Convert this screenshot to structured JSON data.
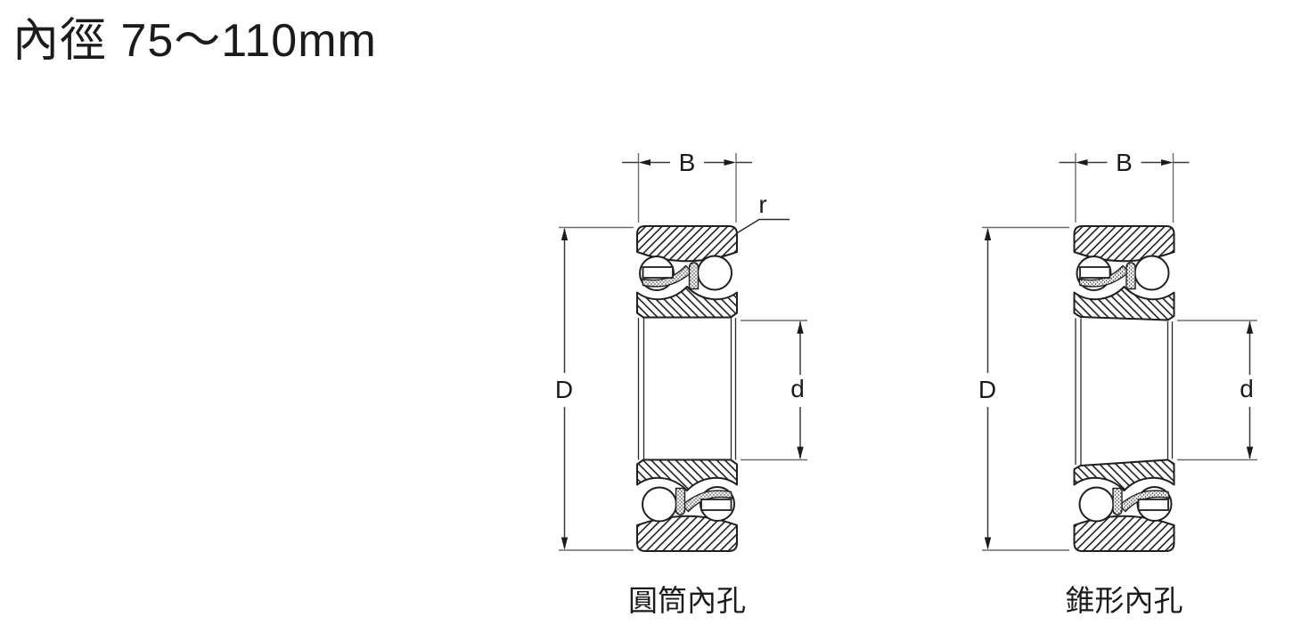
{
  "title": "內徑 75～110mm",
  "colors": {
    "ink": "#1f1f1f",
    "dimension_line": "#4d4d4d",
    "extension_line": "#6b6b6b",
    "background": "#ffffff"
  },
  "bearings": [
    {
      "id": "cylindrical-bore",
      "caption": "圓筒內孔",
      "labels": {
        "width": "B",
        "chamfer": "r",
        "outer_diameter": "D",
        "bore_diameter": "d"
      }
    },
    {
      "id": "tapered-bore",
      "caption": "錐形內孔",
      "labels": {
        "width": "B",
        "outer_diameter": "D",
        "bore_diameter": "d"
      }
    }
  ]
}
